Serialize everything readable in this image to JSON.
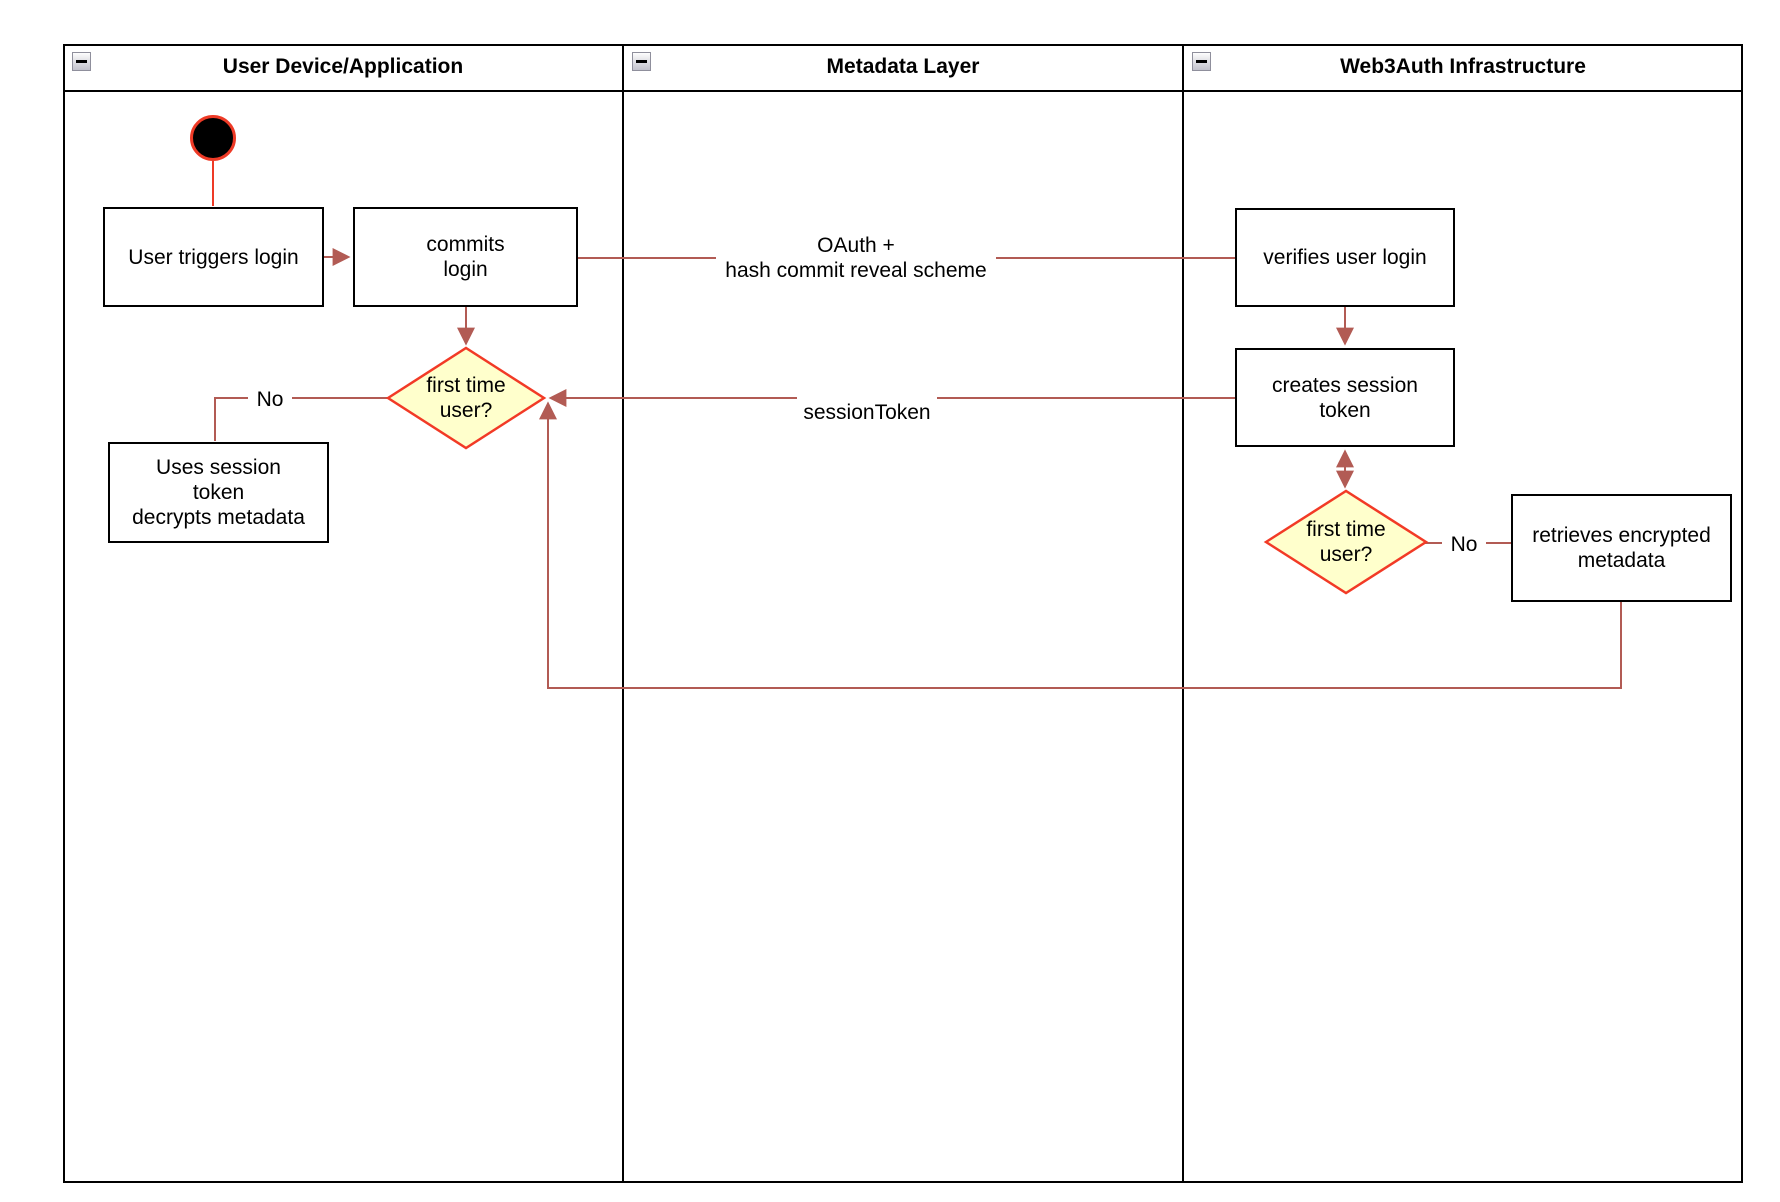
{
  "lanes": [
    {
      "title": "User Device/Application"
    },
    {
      "title": "Metadata Layer"
    },
    {
      "title": "Web3Auth Infrastructure"
    }
  ],
  "nodes": {
    "user_triggers": {
      "lines": [
        "User triggers login"
      ]
    },
    "commits": {
      "lines": [
        "commits",
        "login"
      ]
    },
    "decision_user": {
      "lines": [
        "first time",
        "user?"
      ]
    },
    "uses_session": {
      "lines": [
        "Uses session",
        "token",
        "decrypts metadata"
      ]
    },
    "verifies": {
      "lines": [
        "verifies user login"
      ]
    },
    "creates": {
      "lines": [
        "creates session",
        "token"
      ]
    },
    "decision_infra": {
      "lines": [
        "first time",
        "user?"
      ]
    },
    "retrieves": {
      "lines": [
        "retrieves encrypted",
        "metadata"
      ]
    }
  },
  "edge_labels": {
    "oauth": [
      "OAuth +",
      "hash commit reveal scheme"
    ],
    "session_token": "sessionToken",
    "no_user": "No",
    "no_infra": "No"
  },
  "colors": {
    "flow": "#b25b54",
    "accent": "#ee3a26",
    "decision_fill": "#ffffcc",
    "decision_border": "#f23a26",
    "structure": "#000000",
    "background": "#ffffff"
  }
}
